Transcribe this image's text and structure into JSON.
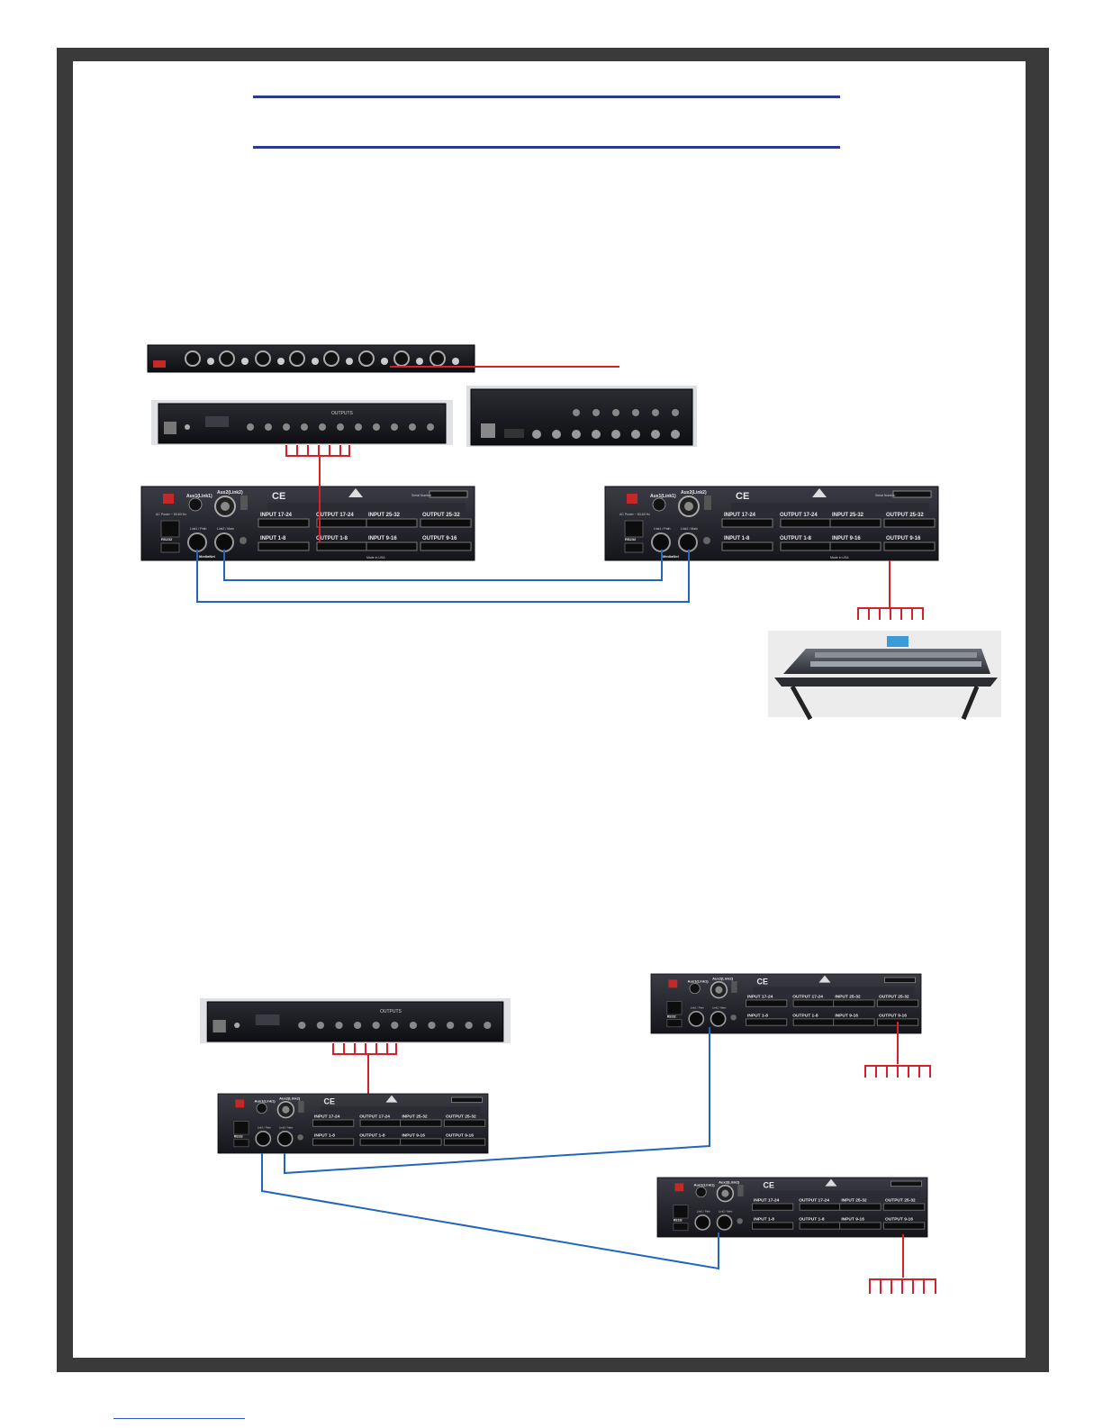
{
  "colors": {
    "frame": "#3a3a3a",
    "title_rule": "#2c3a8e",
    "audio_cable": "#d8202a",
    "network_cable": "#2266bb",
    "unit_panel": "#1b1c22"
  },
  "interface": {
    "aux1": "Aux1(Link1)",
    "aux2": "Aux2(Link2)",
    "power": "AC Power ~ 50-60 Hz",
    "link1": "Link1 / Path",
    "link2": "Link2 / Main",
    "rs232": "RS232",
    "medianet": "MediaNet",
    "made_in": "Made in USA",
    "serial": "Serial Number",
    "ports_top": [
      "INPUT 17-24",
      "OUTPUT 17-24",
      "INPUT 25-32",
      "OUTPUT 25-32"
    ],
    "ports_bottom": [
      "INPUT 1-8",
      "OUTPUT 1-8",
      "INPUT 9-16",
      "OUTPUT 9-16"
    ]
  },
  "amp": {
    "outputs": "OUTPUTS"
  }
}
